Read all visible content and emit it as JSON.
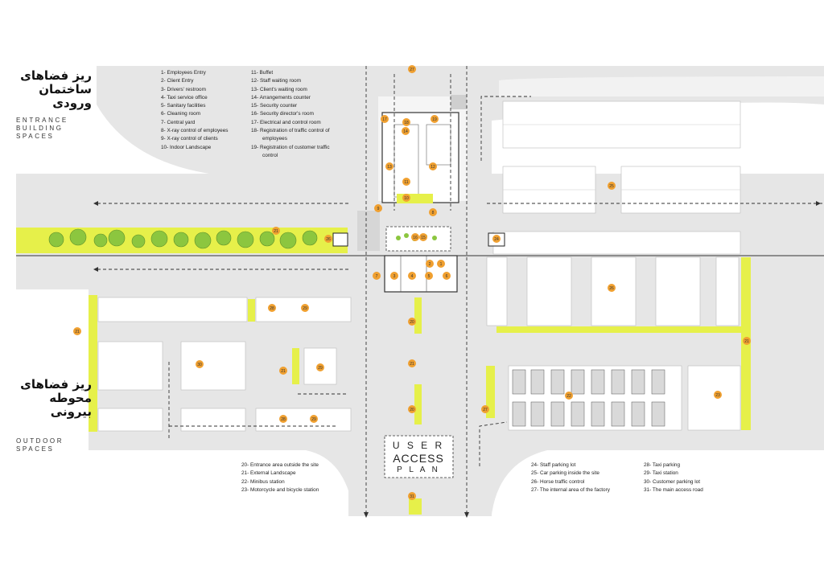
{
  "titles": {
    "building_fa": "ریز فضاهای\nساختمان\nورودی",
    "building_en": "ENTRANCE\nBUILDING\nSPACES",
    "outdoor_fa": "ریز فضاهای\nمحوطه\nبیرونی",
    "outdoor_en": "OUTDOOR\nSPACES"
  },
  "plan_caption": {
    "line1": "U S E R",
    "line2": "ACCESS",
    "line3": "P L A N"
  },
  "legend_building_col1": [
    "1- Employees Entry",
    "2- Client Entry",
    "3- Drivers' restroom",
    "4- Taxi service office",
    "5- Sanitary facilities",
    "6- Cleaning room",
    "7- Central yard",
    "8- X-ray control of employees",
    "9- X-ray control of clients",
    "10- Indoor Landscape"
  ],
  "legend_building_col2": [
    "11- Buffet",
    "12- Staff waiting room",
    "13- Client's waiting room",
    "14- Arrangements counter",
    "15- Security counter",
    "16- Security director's room",
    "17- Electrical and control room",
    "18- Registration of traffic control of",
    "employees",
    "19- Registration of customer traffic",
    "control"
  ],
  "legend_outdoor_col1": [
    "20- Entrance area outside the site",
    "21- External Landscape",
    "22- Minibus station",
    "23- Motorcycle and bicycle station"
  ],
  "legend_outdoor_col2": [
    "24- Staff parking lot",
    "25- Car parking inside the site",
    "26- Horse traffic control",
    "27- The internal area of the factory"
  ],
  "legend_outdoor_col3": [
    "28- Taxi parking",
    "29- Taxi station",
    "30- Customer parking lot",
    "31- The main access road"
  ],
  "markers": [
    "27",
    "17",
    "19",
    "18",
    "11",
    "12",
    "13",
    "10",
    "8",
    "9",
    "7",
    "3",
    "4",
    "5",
    "6",
    "2",
    "1",
    "14",
    "16",
    "15",
    "21",
    "26",
    "24",
    "25",
    "26",
    "28",
    "29",
    "30",
    "21",
    "29",
    "28",
    "29",
    "20",
    "21",
    "20",
    "21",
    "22",
    "23",
    "27",
    "31",
    "21"
  ],
  "colors": {
    "landscape": "#e6f04a",
    "marker": "#f0a030",
    "road": "#e6e6e6",
    "tree": "#8cc63f"
  }
}
